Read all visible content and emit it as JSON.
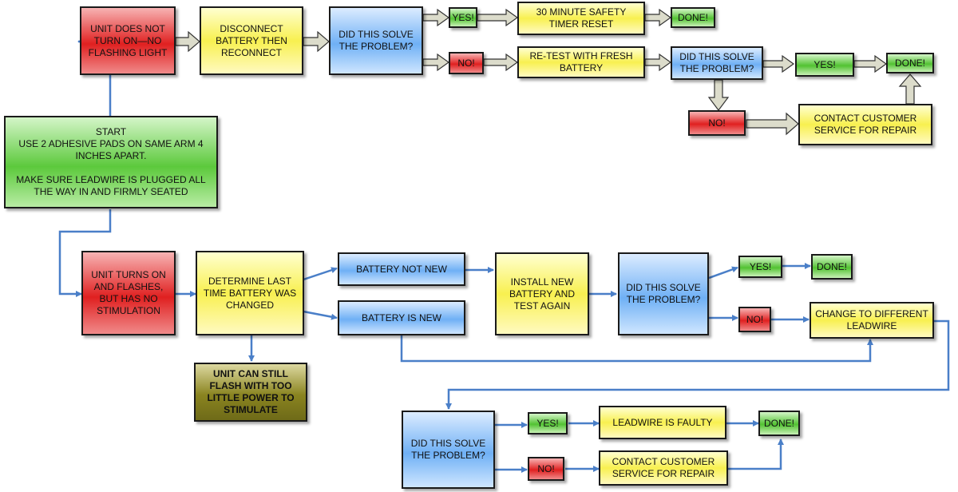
{
  "colors": {
    "red": "#e02020",
    "yellow": "#f8f050",
    "blue": "#6fb0f5",
    "green": "#52c232",
    "olive": "#8a8420",
    "flow_arrow": "#4a7fc8",
    "block_arrow": "#d9d9c8"
  },
  "nodes": {
    "start": "START\nUSE 2 ADHESIVE PADS ON SAME ARM 4 INCHES APART.\n\nMAKE SURE LEADWIRE IS PLUGGED ALL THE WAY IN AND FIRMLY SEATED",
    "no_power": "UNIT DOES NOT TURN ON—NO FLASHING LIGHT",
    "disconnect": "DISCONNECT BATTERY THEN RECONNECT",
    "solve1": "DID THIS SOLVE THE PROBLEM?",
    "yes1": "YES!",
    "timer_reset": "30 MINUTE SAFETY TIMER RESET",
    "done1": "DONE!",
    "no1": "NO!",
    "retest": "RE-TEST WITH FRESH BATTERY",
    "solve2": "DID THIS SOLVE THE PROBLEM?",
    "yes2": "YES!",
    "done2": "DONE!",
    "no2": "NO!",
    "contact1": "CONTACT CUSTOMER SERVICE FOR REPAIR",
    "no_stim": "UNIT TURNS ON AND FLASHES, BUT HAS NO STIMULATION",
    "determine": "DETERMINE LAST TIME BATTERY WAS CHANGED",
    "low_power_note": "UNIT CAN STILL FLASH WITH TOO LITTLE POWER TO STIMULATE",
    "battery_not_new": "BATTERY NOT NEW",
    "battery_new": "BATTERY IS NEW",
    "install_new": "INSTALL NEW BATTERY AND TEST AGAIN",
    "solve3": "DID THIS SOLVE THE PROBLEM?",
    "yes3": "YES!",
    "done3": "DONE!",
    "no3": "NO!",
    "change_leadwire": "CHANGE TO DIFFERENT LEADWIRE",
    "solve4": "DID THIS SOLVE THE PROBLEM?",
    "yes4": "YES!",
    "leadwire_faulty": "LEADWIRE IS FAULTY",
    "done4": "DONE!",
    "no4": "NO!",
    "contact2": "CONTACT CUSTOMER SERVICE FOR REPAIR"
  }
}
